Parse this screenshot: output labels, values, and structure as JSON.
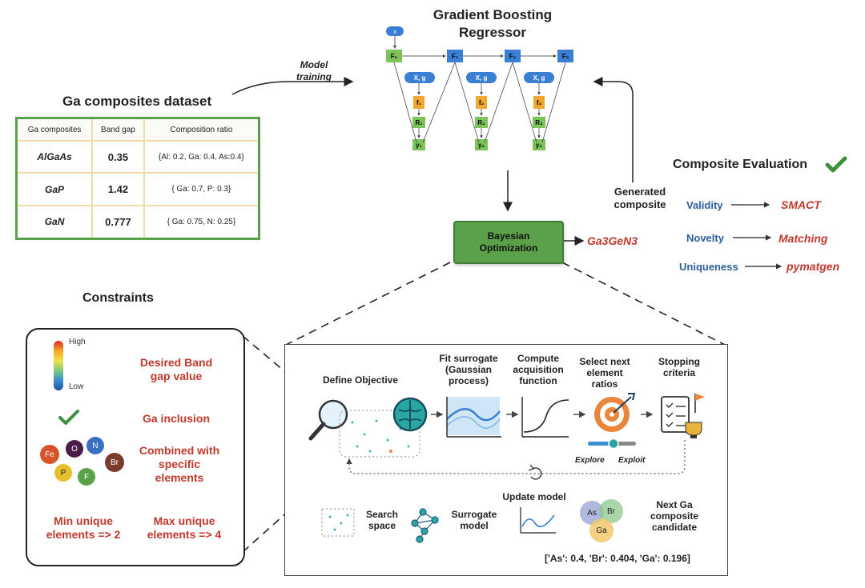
{
  "regressor": {
    "title_line1": "Gradient Boosting",
    "title_line2": "Regressor",
    "nodes": {
      "x": "x",
      "f0": "F₀",
      "f1": "F₁",
      "f2": "F₂",
      "f3": "F₃",
      "xg": "X, g",
      "fn1": "f₁",
      "fn2": "f₂",
      "fn3": "f₃",
      "r1": "R₁",
      "r2": "R₂",
      "r3": "R₃",
      "y1": "y₁",
      "y2": "y₂",
      "y3": "y₃"
    }
  },
  "model_training": {
    "line1": "Model",
    "line2": "training"
  },
  "dataset": {
    "title": "Ga composites dataset",
    "headers": [
      "Ga composites",
      "Band gap",
      "Composition ratio"
    ],
    "rows": [
      {
        "name": "AlGaAs",
        "gap": "0.35",
        "comp": "{Al: 0.2, Ga: 0.4, As:0.4}"
      },
      {
        "name": "GaP",
        "gap": "1.42",
        "comp": "{ Ga: 0.7, P: 0.3}"
      },
      {
        "name": "GaN",
        "gap": "0.777",
        "comp": "{ Ga: 0.75, N: 0.25}"
      }
    ]
  },
  "bayesian": {
    "line1": "Bayesian",
    "line2": "Optimization"
  },
  "generated": {
    "line1": "Generated",
    "line2": "composite",
    "value": "Ga3GeN3"
  },
  "evaluation": {
    "title": "Composite Evaluation",
    "items": [
      {
        "label": "Validity",
        "tool": "SMACT"
      },
      {
        "label": "Novelty",
        "tool": "Matching"
      },
      {
        "label": "Uniqueness",
        "tool": "pymatgen"
      }
    ]
  },
  "constraints": {
    "title": "Constraints",
    "high": "High",
    "low": "Low",
    "band_gap_line1": "Desired Band",
    "band_gap_line2": "gap value",
    "ga_inclusion": "Ga inclusion",
    "combined_line1": "Combined with",
    "combined_line2": "specific",
    "combined_line3": "elements",
    "elements": [
      "Fe",
      "O",
      "N",
      "Br",
      "P",
      "F"
    ],
    "min_line1": "Min unique",
    "min_line2": "elements  => 2",
    "max_line1": "Max unique",
    "max_line2": "elements  => 4"
  },
  "bo_process": {
    "define": "Define Objective",
    "fit_line1": "Fit surrogate",
    "fit_line2": "(Gaussian",
    "fit_line3": "process)",
    "compute_line1": "Compute",
    "compute_line2": "acquisition",
    "compute_line3": "function",
    "select_line1": "Select next",
    "select_line2": "element",
    "select_line3": "ratios",
    "stop_line1": "Stopping",
    "stop_line2": "criteria",
    "explore": "Explore",
    "exploit": "Exploit",
    "update": "Update model",
    "search_line1": "Search",
    "search_line2": "space",
    "surrogate_line1": "Surrogate",
    "surrogate_line2": "model",
    "venn": [
      "As",
      "Br",
      "Ga"
    ],
    "next_line1": "Next Ga",
    "next_line2": "composite",
    "next_line3": "candidate",
    "result": "['As': 0.4, 'Br': 0.404, 'Ga': 0.196]"
  },
  "colors": {
    "green": "#5aa14a",
    "red": "#c0392b",
    "blue": "#2d5d9a",
    "node_blue": "#3a7fd5",
    "node_green": "#7cc35a",
    "node_orange": "#f0a830"
  }
}
